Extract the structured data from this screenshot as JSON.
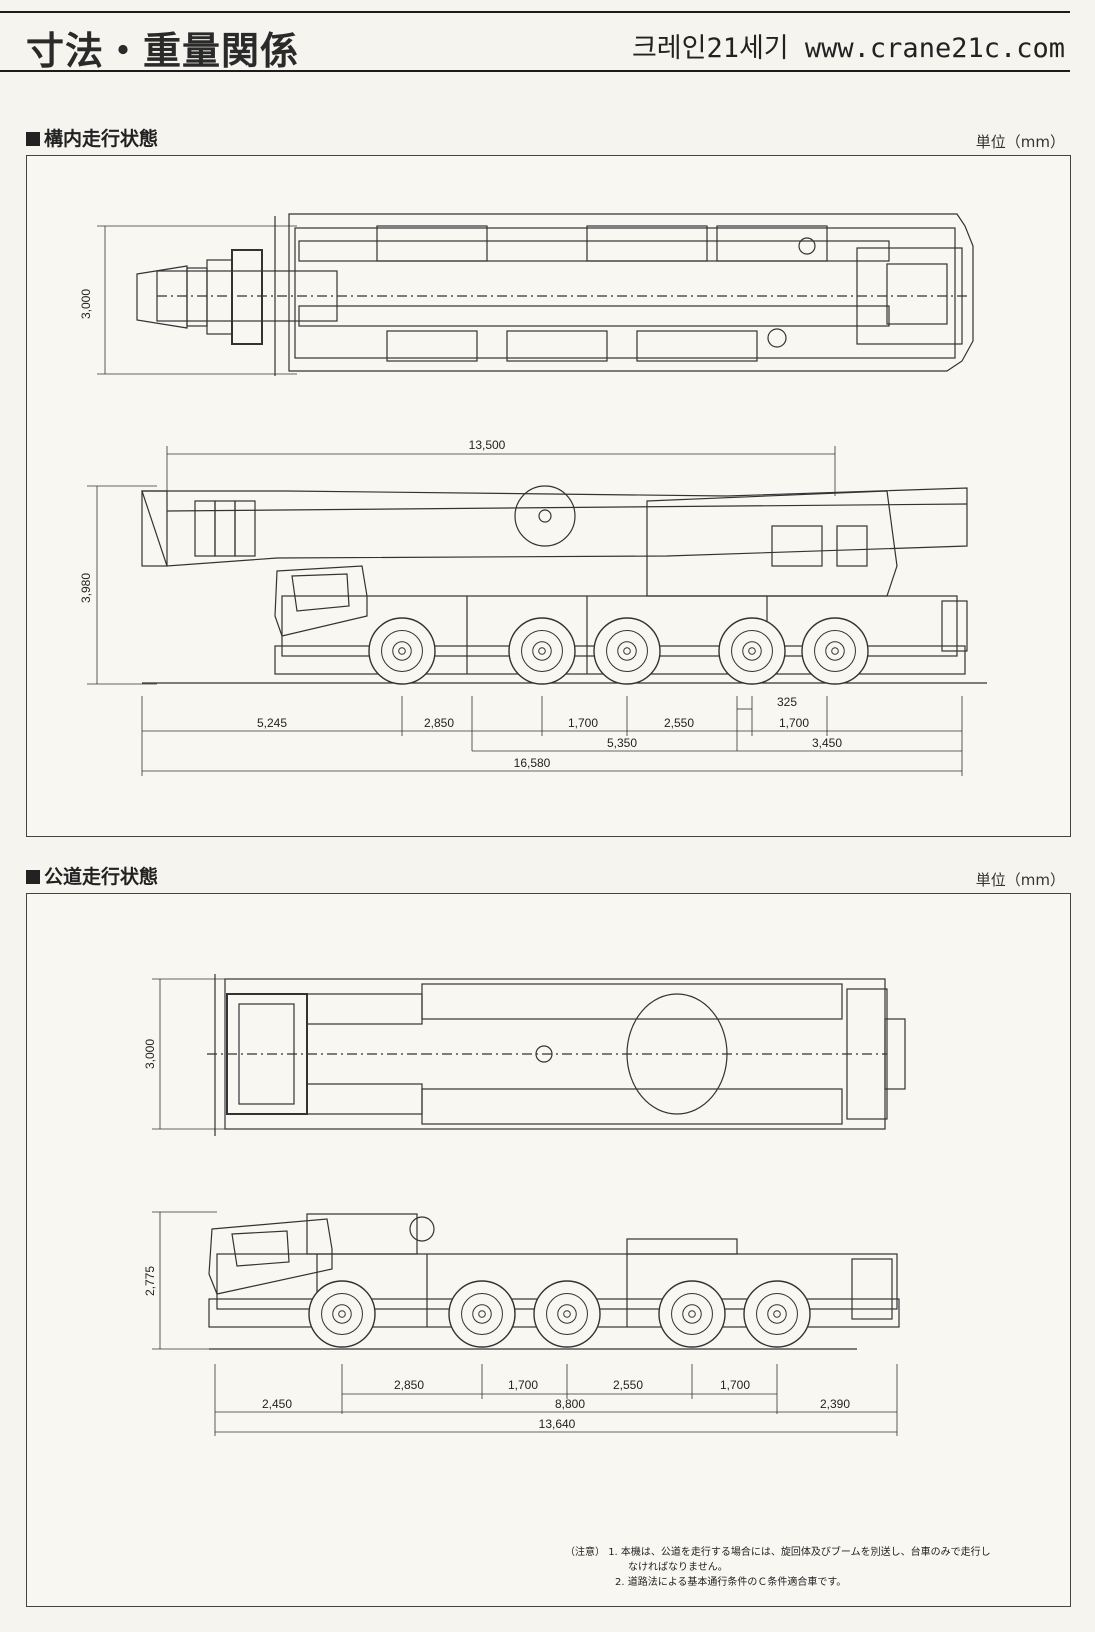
{
  "page": {
    "title": "寸法・重量関係",
    "site": "크레인21세기 www.crane21c.com"
  },
  "section1": {
    "title": "構内走行状態",
    "unit": "単位（mm）",
    "top_view": {
      "width_label": "3,000"
    },
    "side_view": {
      "boom_length": "13,500",
      "height": "3,980",
      "segments_row1": [
        "5,245",
        "2,850",
        "1,700",
        "2,550",
        "1,700"
      ],
      "offset": "325",
      "segments_row2": [
        "5,350",
        "3,450"
      ],
      "overall": "16,580"
    }
  },
  "section2": {
    "title": "公道走行状態",
    "unit": "単位（mm）",
    "top_view": {
      "width_label": "3,000"
    },
    "side_view": {
      "height": "2,775",
      "segments_row1": [
        "2,850",
        "1,700",
        "2,550",
        "1,700"
      ],
      "segments_row2": [
        "2,450",
        "8,800",
        "2,390"
      ],
      "overall": "13,640"
    }
  },
  "notes": {
    "label": "（注意）",
    "item1_num": "1.",
    "item1_line1": "本機は、公道を走行する場合には、旋回体及びブームを別送し、台車のみで走行し",
    "item1_line2": "なければなりません。",
    "item2_num": "2.",
    "item2": "道路法による基本通行条件のＣ条件適合車です。"
  }
}
